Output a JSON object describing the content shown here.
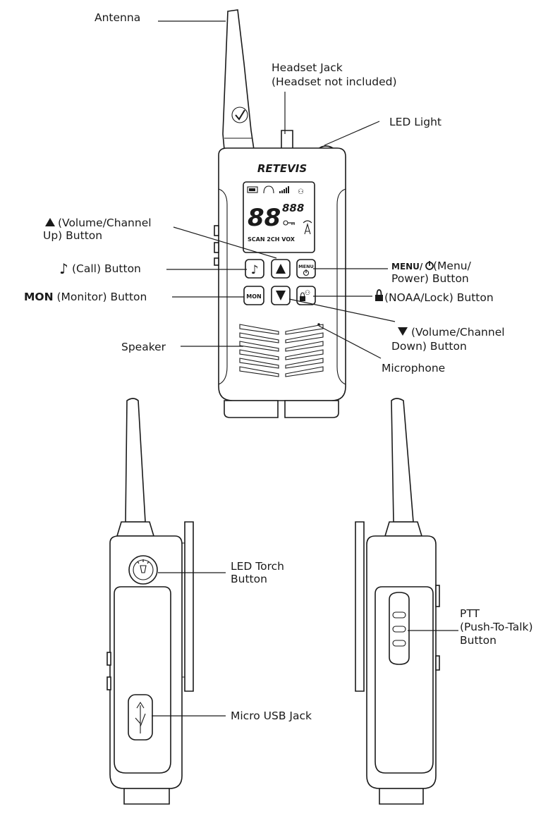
{
  "brand": "RETEVIS",
  "labels": {
    "antenna": "Antenna",
    "headset_jack_1": "Headset Jack",
    "headset_jack_2": "(Headset not included)",
    "led_light": "LED Light",
    "volume_up_1": "(Volume/Channel",
    "volume_up_2": "Up) Button",
    "call": "(Call)  Button",
    "mon_bold": "MON",
    "mon_rest": " (Monitor) Button",
    "menu_bold": "MENU/",
    "menu_rest_1": " (Menu/",
    "menu_rest_2": "Power) Button",
    "noaa_lock": "(NOAA/Lock) Button",
    "volume_down_1": "(Volume/Channel",
    "volume_down_2": "Down) Button",
    "speaker": "Speaker",
    "microphone": "Microphone",
    "led_torch_1": "LED Torch",
    "led_torch_2": "Button",
    "ptt_1": "PTT",
    "ptt_2": "(Push-To-Talk)",
    "ptt_3": "Button",
    "micro_usb": "Micro USB Jack"
  },
  "lcd": {
    "digits_big": "88",
    "digits_small": "888",
    "modes": "SCAN 2CH VOX"
  },
  "keys": {
    "mon": "MON",
    "menu": "MENU"
  }
}
